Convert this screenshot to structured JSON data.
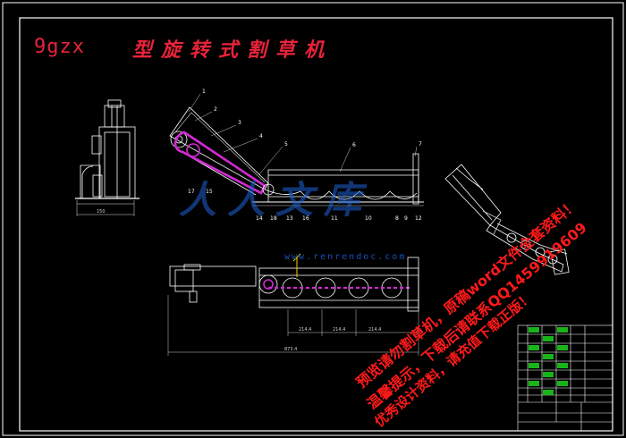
{
  "title": {
    "model": "9gzx",
    "name": "型旋转式割草机"
  },
  "part_labels": [
    "1",
    "2",
    "3",
    "4",
    "5",
    "6",
    "7",
    "8",
    "9",
    "10",
    "11",
    "12",
    "13",
    "14",
    "15",
    "16",
    "17",
    "18"
  ],
  "dimensions": {
    "side_view_width": "150",
    "plan_total": "873.4",
    "plan_pitch_1": "214.4",
    "plan_pitch_2": "214.4",
    "plan_pitch_3": "214.4"
  },
  "watermark": {
    "site": "www.renrendoc.com",
    "logo": "人人文库",
    "line1": "预览请勿割草机，原稿word文件全套资料！",
    "line2": "温馨提示，下载后请联系QQ1459919609",
    "line3": "优秀设计资料，请充值下载正版！"
  },
  "colors": {
    "border": "#ffffff",
    "drawing_lines": "#ffffff",
    "part_lines": "#c8c8c8",
    "highlight": "#d22bd2",
    "title": "#e8233a",
    "watermark": "#ff1a1a",
    "blue_watermark": "#1e63d8",
    "leader": "#ffd000"
  }
}
